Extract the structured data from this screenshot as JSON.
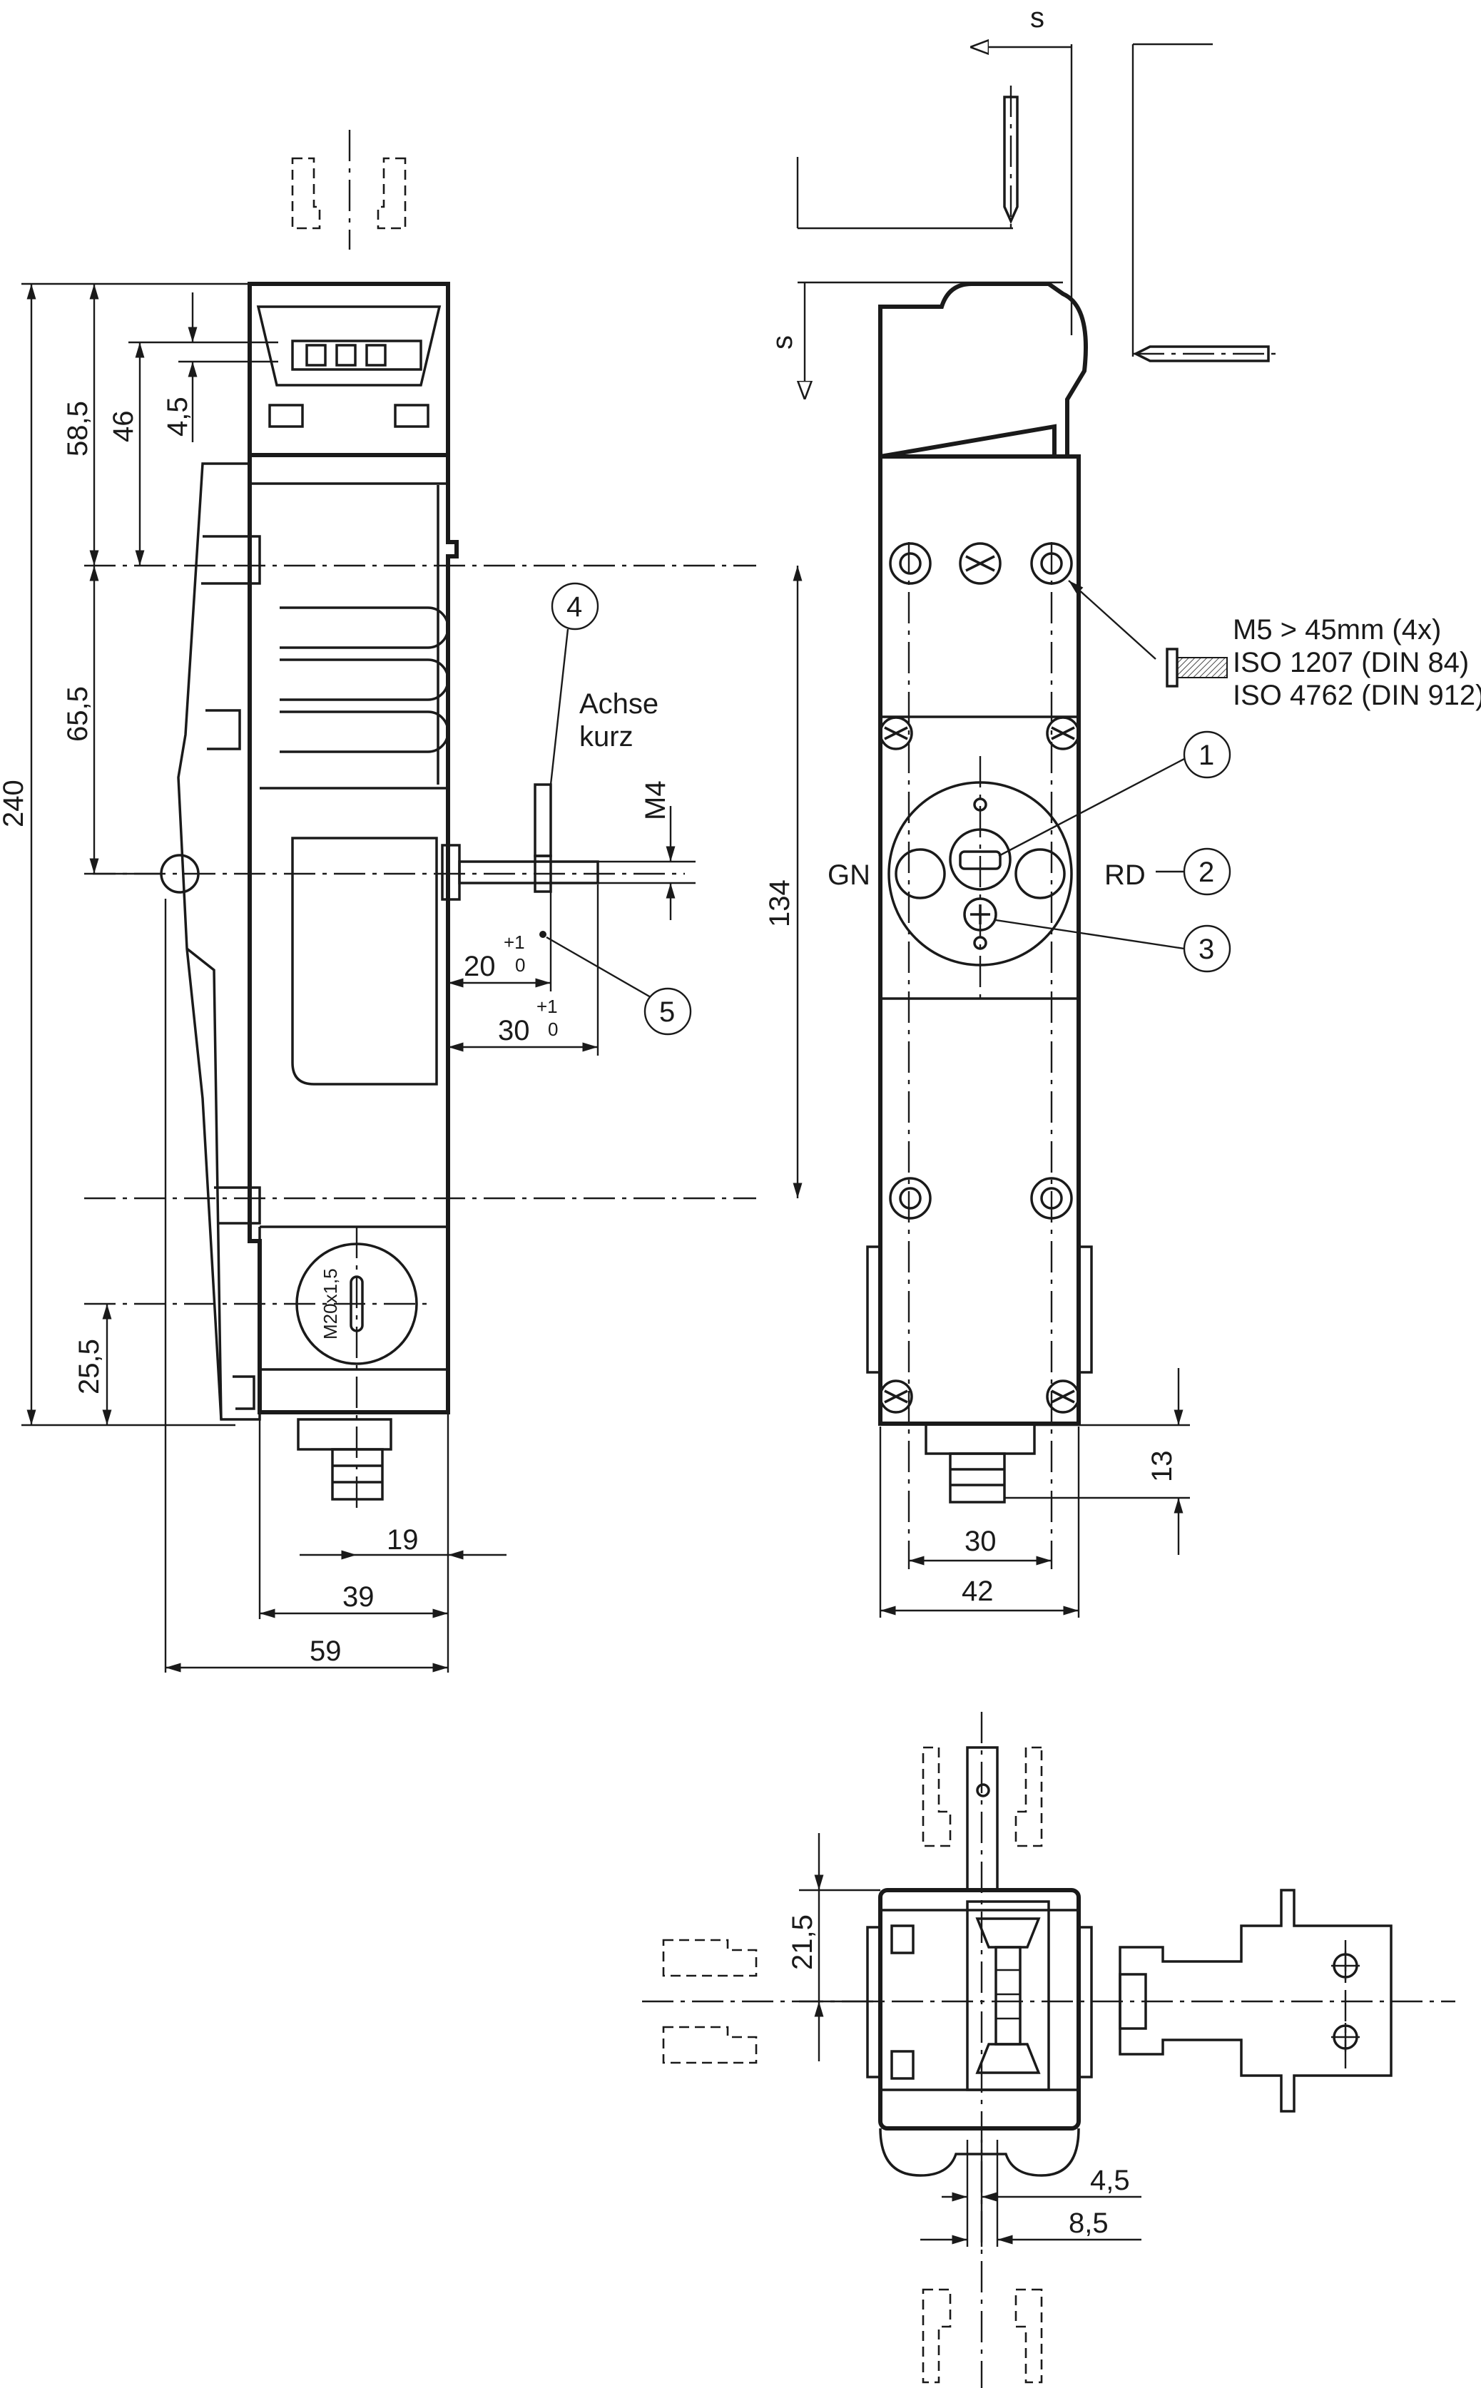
{
  "labels": {
    "s_top": "s",
    "s_side": "s",
    "screw_note_1": "M5 > 45mm (4x)",
    "screw_note_2": "ISO 1207 (DIN 84)",
    "screw_note_3": "ISO 4762 (DIN 912)",
    "gn": "GN",
    "rd": "RD",
    "achse_1": "Achse",
    "achse_2": "kurz",
    "m4": "M4",
    "m20": "M20x1,5",
    "callouts": [
      "1",
      "2",
      "3",
      "4",
      "5"
    ]
  },
  "dimensions": {
    "d240": "240",
    "d58_5": "58,5",
    "d46": "46",
    "d4_5_top": "4,5",
    "d65_5": "65,5",
    "d25_5": "25,5",
    "d134": "134",
    "d20": "20",
    "d20_tol_up": "+1",
    "d20_tol_low": "0",
    "d30_side": "30",
    "d30_tol_up": "+1",
    "d30_tol_low": "0",
    "d19": "19",
    "d39": "39",
    "d59": "59",
    "d30_front": "30",
    "d42": "42",
    "d13": "13",
    "d21_5": "21,5",
    "d4_5_bottom": "4,5",
    "d8_5": "8,5"
  }
}
